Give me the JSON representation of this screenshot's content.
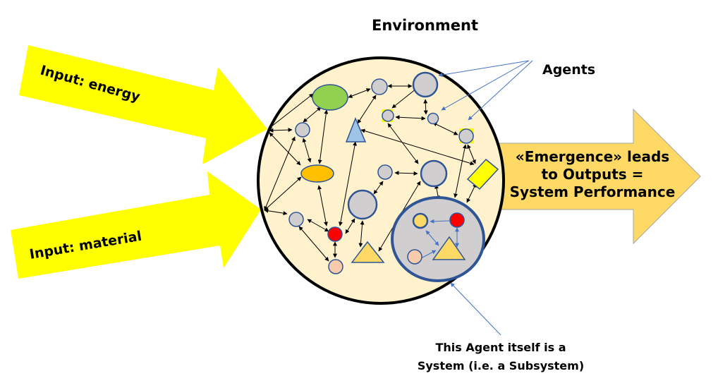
{
  "title": "Environment",
  "inputs": [
    {
      "id": "energy",
      "label": "Input: energy",
      "color": "#FFFF00"
    },
    {
      "id": "material",
      "label": "Input: material",
      "color": "#FFFF00"
    }
  ],
  "output": {
    "lines": [
      "«Emergence» leads",
      "to Outputs =",
      "System Performance"
    ],
    "color": "#FFD966",
    "stroke": "#A6A6A6"
  },
  "annotations": {
    "agents_label": "Agents",
    "subsystem_lines": [
      "This Agent itself is a",
      "System (i.e. a Subsystem)"
    ],
    "pointer_color": "#4472C4"
  },
  "environment": {
    "fill": "#FFF2CC",
    "stroke": "#000000"
  },
  "agents": [
    {
      "id": "green-ellipse",
      "shape": "ellipse",
      "fill": "#92D050"
    },
    {
      "id": "orange-ellipse",
      "shape": "ellipse",
      "fill": "#FFC000"
    },
    {
      "id": "blue-triangle",
      "shape": "triangle",
      "fill": "#9DC3E6"
    },
    {
      "id": "yellow-triangle",
      "shape": "triangle",
      "fill": "#FFD966"
    },
    {
      "id": "yellow-rectangle",
      "shape": "rectangle",
      "fill": "#FFFF00"
    },
    {
      "id": "red-circle",
      "shape": "circle",
      "fill": "#FF0000"
    },
    {
      "id": "peach-circle",
      "shape": "circle",
      "fill": "#F8CBAD"
    },
    {
      "id": "gray-circle",
      "shape": "circle",
      "fill": "#D0CECE"
    },
    {
      "id": "subsystem",
      "shape": "circle",
      "fill": "#D0CECE"
    }
  ],
  "colors": {
    "agent_stroke": "#2F5597",
    "highlight": "#FFFF00",
    "arrow": "#000000"
  }
}
